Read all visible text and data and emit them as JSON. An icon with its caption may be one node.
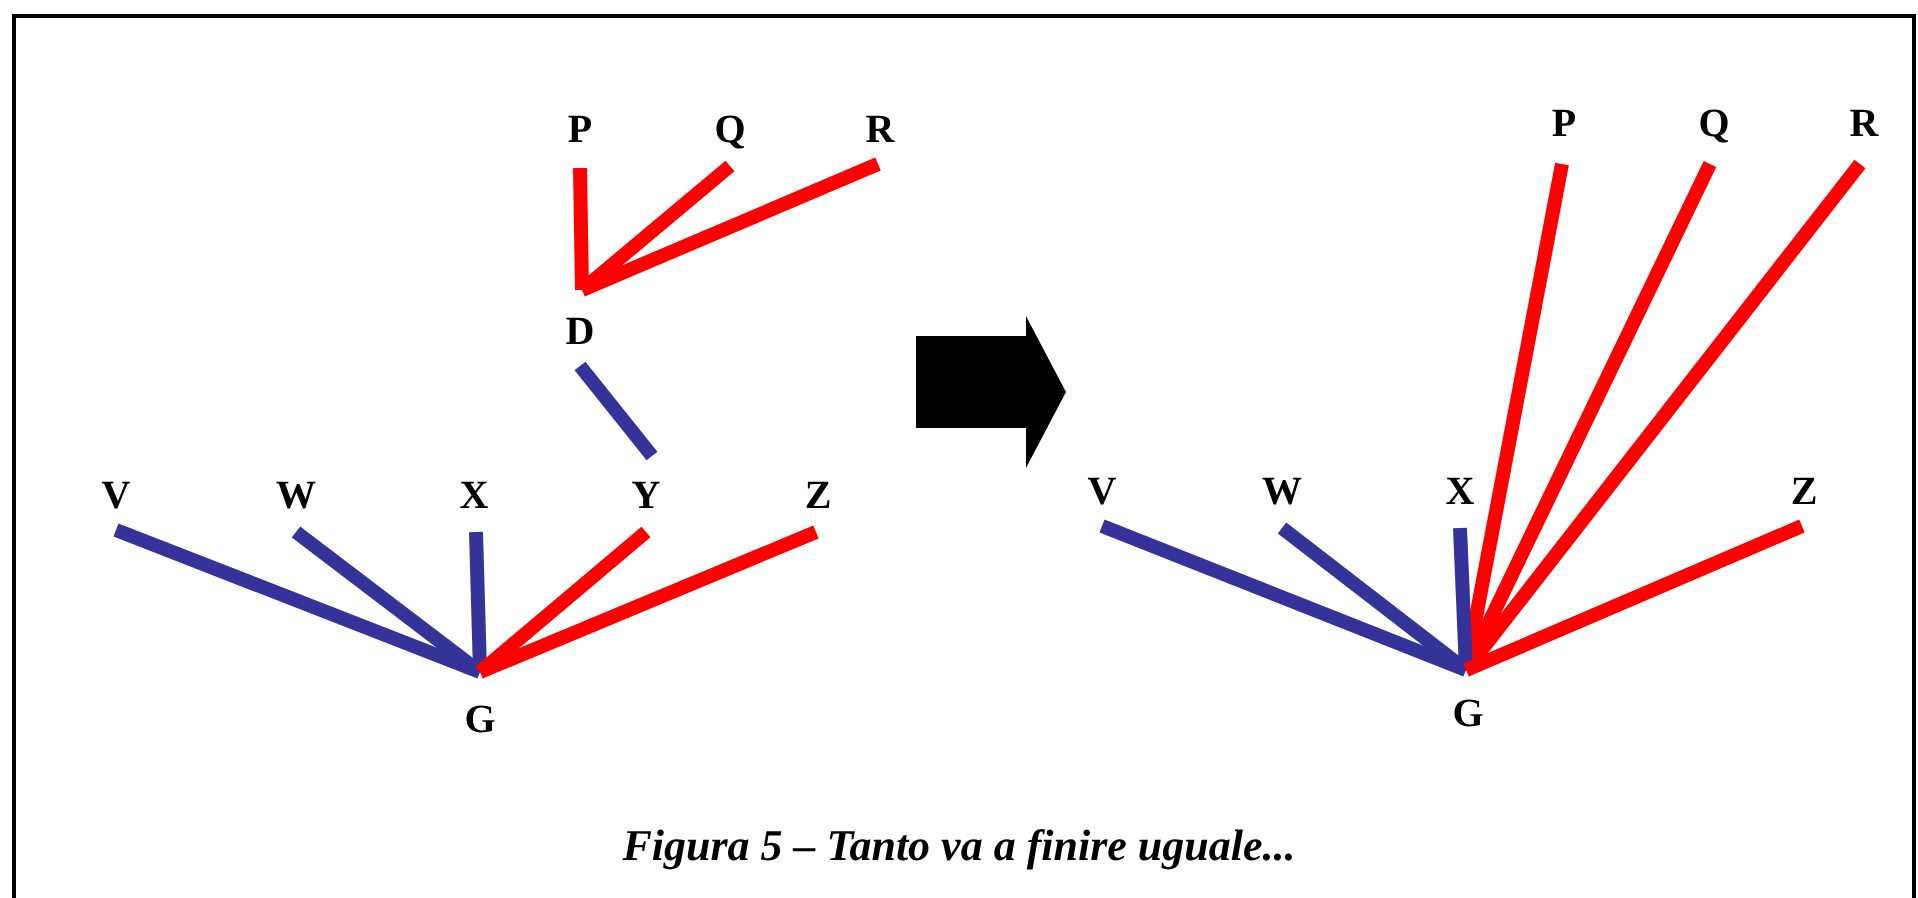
{
  "diagram": {
    "caption": "Figura 5 – Tanto va a finire uguale...",
    "nodes": [
      {
        "text": [
          "P"
        ]
      },
      {
        "text": [
          "Q"
        ]
      },
      {
        "text": [
          "R"
        ]
      },
      {
        "text": [
          "D"
        ]
      },
      {
        "text": [
          "V"
        ]
      },
      {
        "text": [
          "W"
        ]
      },
      {
        "text": [
          "X"
        ]
      },
      {
        "text": [
          "Y"
        ]
      },
      {
        "text": [
          "Z"
        ]
      },
      {
        "text": [
          "G"
        ]
      },
      {
        "text": [
          "P"
        ]
      },
      {
        "text": [
          "Q"
        ]
      },
      {
        "text": [
          "R"
        ]
      },
      {
        "text": [
          "V"
        ]
      },
      {
        "text": [
          "W"
        ]
      },
      {
        "text": [
          "X"
        ]
      },
      {
        "text": [
          "Z"
        ]
      },
      {
        "text": [
          "G"
        ]
      }
    ],
    "edges": [
      {
        "from": 0,
        "to": 3,
        "arrow": "none"
      },
      {
        "from": 1,
        "to": 3,
        "arrow": "none"
      },
      {
        "from": 2,
        "to": 3,
        "arrow": "none"
      },
      {
        "from": 3,
        "to": 7,
        "arrow": "none",
        "color": "#333399"
      },
      {
        "from": 4,
        "to": 9,
        "arrow": "none",
        "color": "#333399"
      },
      {
        "from": 5,
        "to": 9,
        "arrow": "none",
        "color": "#333399"
      },
      {
        "from": 6,
        "to": 9,
        "arrow": "none",
        "color": "#333399"
      },
      {
        "from": 7,
        "to": 9,
        "arrow": "none"
      },
      {
        "from": 8,
        "to": 9,
        "arrow": "none"
      },
      {
        "from": 10,
        "to": 17,
        "arrow": "none"
      },
      {
        "from": 11,
        "to": 17,
        "arrow": "none"
      },
      {
        "from": 12,
        "to": 17,
        "arrow": "none"
      },
      {
        "from": 13,
        "to": 17,
        "arrow": "none",
        "color": "#333399"
      },
      {
        "from": 14,
        "to": 17,
        "arrow": "none",
        "color": "#333399"
      },
      {
        "from": 15,
        "to": 17,
        "arrow": "none",
        "color": "#333399"
      },
      {
        "from": 16,
        "to": 17,
        "arrow": "none"
      }
    ]
  }
}
